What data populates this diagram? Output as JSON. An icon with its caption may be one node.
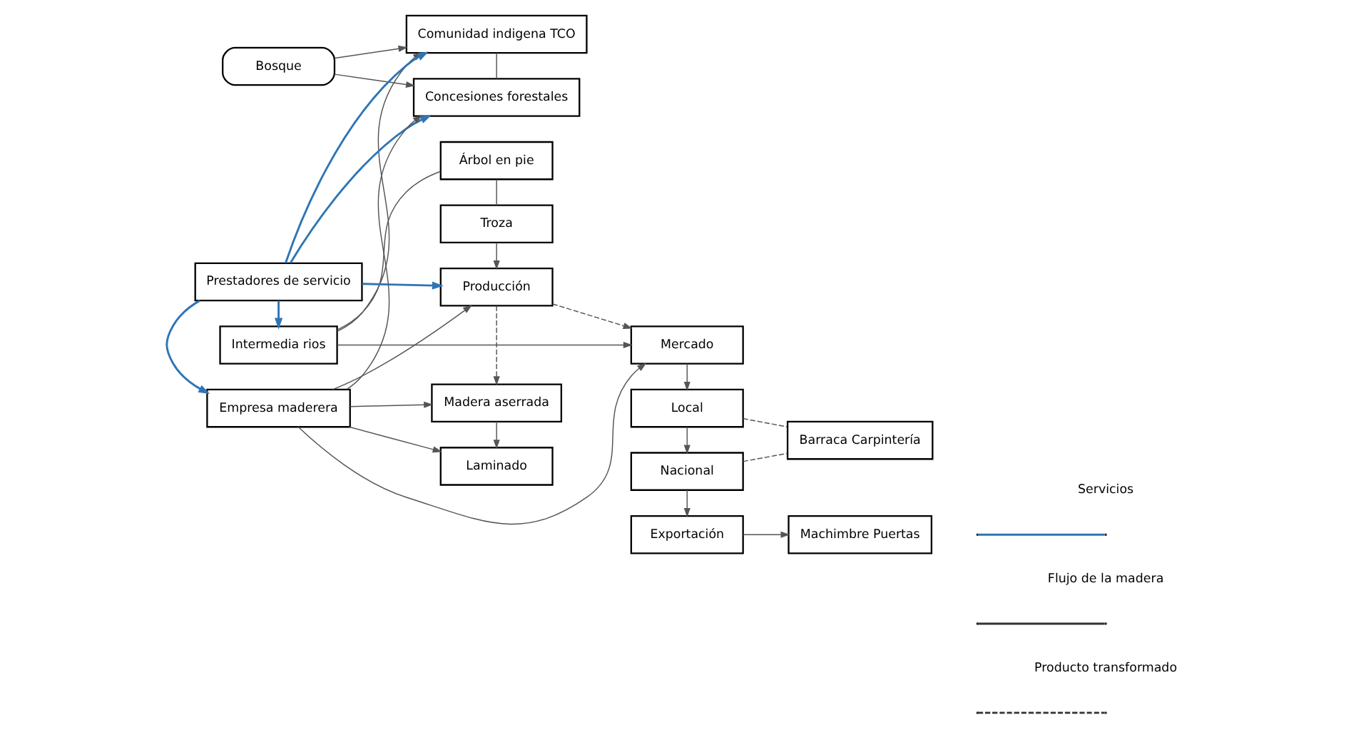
{
  "diagram": {
    "nodes": [
      {
        "text": [
          "Bosque"
        ]
      },
      {
        "text": [
          "Comunidad indigena TCO"
        ]
      },
      {
        "text": [
          "Concesiones forestales"
        ]
      },
      {
        "text": [
          "Intermedia rios"
        ]
      },
      {
        "text": [
          "Prestadores de servicio"
        ]
      },
      {
        "text": [
          "Empresa maderera"
        ]
      },
      {
        "text": [
          "Árbol en pie"
        ]
      },
      {
        "text": [
          "Troza"
        ]
      },
      {
        "text": [
          "Producción"
        ]
      },
      {
        "text": [
          "Madera aserrada"
        ]
      },
      {
        "text": [
          "Laminado"
        ]
      },
      {
        "text": [
          "Mercado"
        ]
      },
      {
        "text": [
          "Local"
        ]
      },
      {
        "text": [
          "Nacional"
        ]
      },
      {
        "text": [
          "Exportación"
        ]
      },
      {
        "text": [
          "Barraca Carpintería"
        ]
      },
      {
        "text": [
          "Machimbre Puertas"
        ]
      }
    ],
    "edges": [
      {
        "from": 0,
        "to": 1,
        "arrow": "to"
      },
      {
        "from": 0,
        "to": 2,
        "arrow": "to"
      },
      {
        "from": 1,
        "to": 2,
        "arrow": "none"
      },
      {
        "from": 3,
        "to": 1,
        "arrow": "to"
      },
      {
        "from": 3,
        "to": 6,
        "arrow": "none"
      },
      {
        "from": 3,
        "to": 11,
        "arrow": "to"
      },
      {
        "from": 4,
        "to": 3,
        "arrow": "to",
        "color": "#2e75b6"
      },
      {
        "from": 4,
        "to": 1,
        "arrow": "to",
        "color": "#2e75b6"
      },
      {
        "from": 4,
        "to": 2,
        "arrow": "to",
        "color": "#2e75b6"
      },
      {
        "from": 4,
        "to": 8,
        "arrow": "to",
        "color": "#2e75b6"
      },
      {
        "from": 4,
        "to": 5,
        "arrow": "to",
        "color": "#2e75b6"
      },
      {
        "from": 6,
        "to": 7,
        "arrow": "none"
      },
      {
        "from": 7,
        "to": 8,
        "arrow": "to"
      },
      {
        "from": 8,
        "to": 11,
        "arrow": "to",
        "style": "dashed"
      },
      {
        "from": 8,
        "to": 9,
        "arrow": "to",
        "style": "dashed"
      },
      {
        "from": 9,
        "to": 10,
        "arrow": "to"
      },
      {
        "from": 5,
        "to": 2,
        "arrow": "to"
      },
      {
        "from": 5,
        "to": 8,
        "arrow": "to"
      },
      {
        "from": 5,
        "to": 9,
        "arrow": "to"
      },
      {
        "from": 5,
        "to": 10,
        "arrow": "to"
      },
      {
        "from": 5,
        "to": 11,
        "arrow": "to"
      },
      {
        "from": 11,
        "to": 12,
        "arrow": "to"
      },
      {
        "from": 12,
        "to": 13,
        "arrow": "to"
      },
      {
        "from": 13,
        "to": 14,
        "arrow": "to"
      },
      {
        "from": 12,
        "to": 15,
        "arrow": "none",
        "style": "dashed"
      },
      {
        "from": 13,
        "to": 15,
        "arrow": "none",
        "style": "dashed"
      },
      {
        "from": 14,
        "to": 16,
        "arrow": "to"
      }
    ],
    "legend": [
      {
        "text": "Servicios"
      },
      {
        "text": "Flujo de la madera"
      },
      {
        "text": "Producto transformado"
      }
    ]
  }
}
